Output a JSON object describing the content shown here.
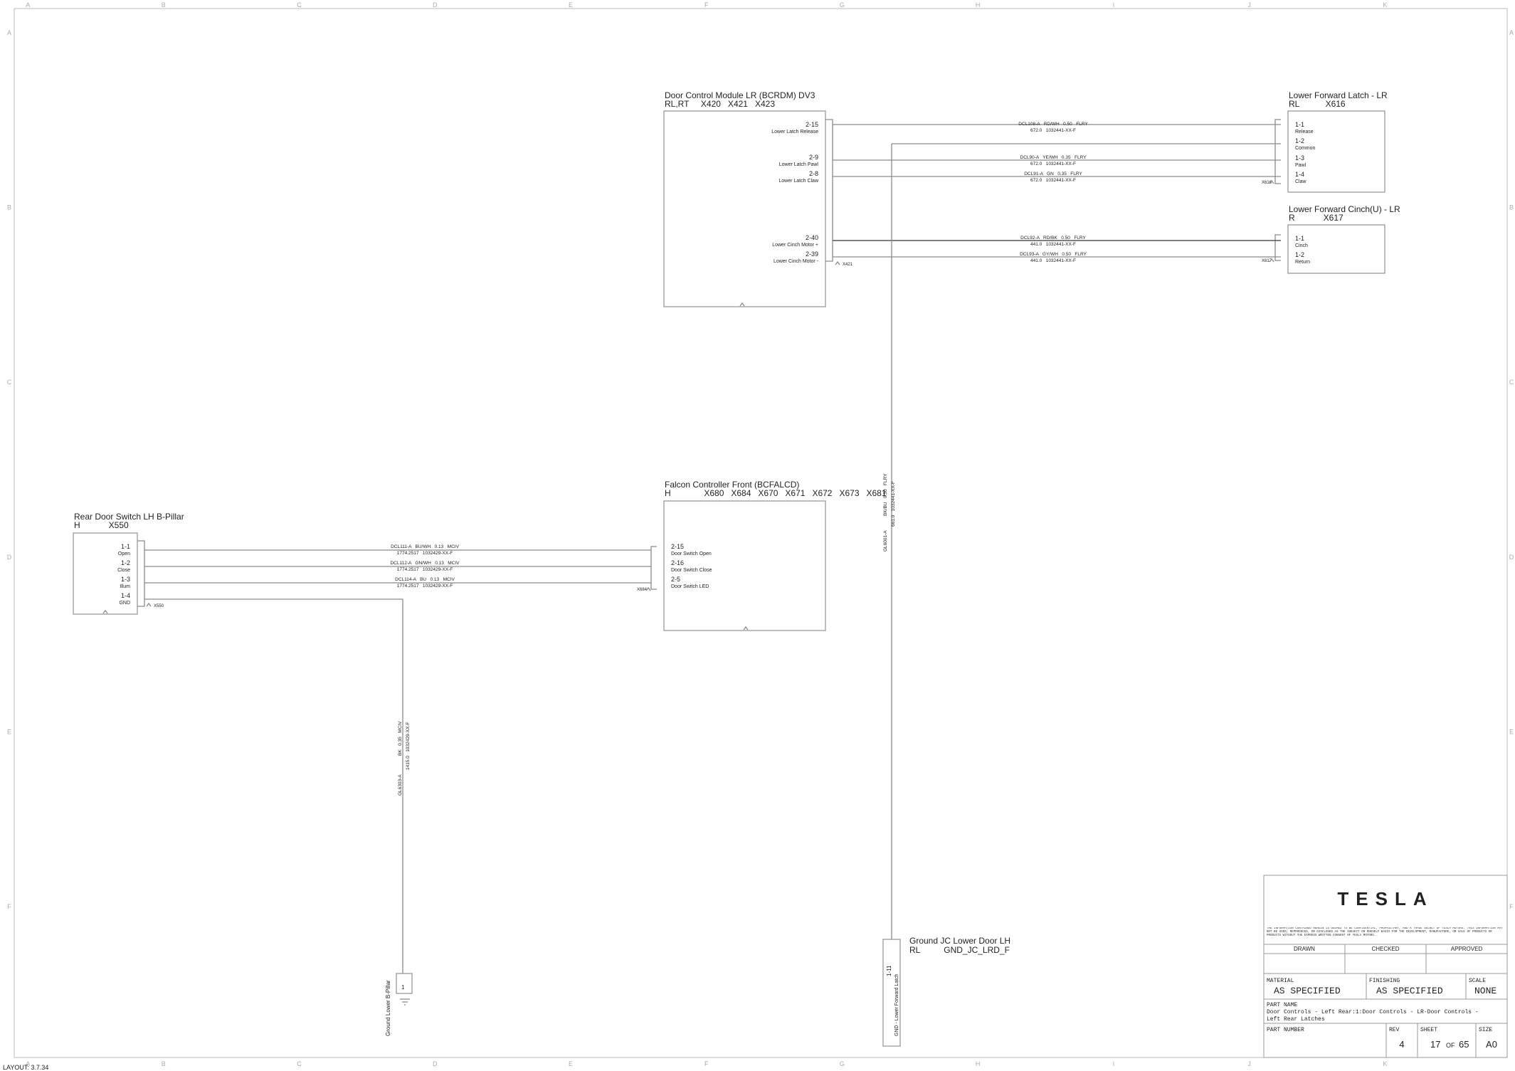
{
  "border": {
    "columns": [
      "A",
      "B",
      "C",
      "D",
      "E",
      "F",
      "G",
      "H",
      "I",
      "J",
      "K"
    ],
    "rows": [
      "A",
      "B",
      "C",
      "D",
      "E",
      "F"
    ],
    "corner_note": "LAYOUT: 3.7.34"
  },
  "components": {
    "bcrdm": {
      "title": "Door Control Module LR (BCRDM) DV3",
      "subtitle": "RL,RT     X420   X421   X423",
      "pins": [
        {
          "num": "2-15",
          "name": "Lower Latch Release"
        },
        {
          "num": "2-9",
          "name": "Lower Latch Pawl"
        },
        {
          "num": "2-8",
          "name": "Lower Latch Claw"
        },
        {
          "num": "2-40",
          "name": "Lower Cinch Motor +"
        },
        {
          "num": "2-39",
          "name": "Lower Cinch Motor -"
        }
      ],
      "conn_label": "X421"
    },
    "latch": {
      "title": "Lower Forward Latch - LR",
      "subtitle": "RL           X616",
      "pins": [
        {
          "num": "1-1",
          "name": "Release"
        },
        {
          "num": "1-2",
          "name": "Common"
        },
        {
          "num": "1-3",
          "name": "Pawl"
        },
        {
          "num": "1-4",
          "name": "Claw"
        }
      ],
      "conn_label": "X616"
    },
    "cinch": {
      "title": "Lower Forward Cinch(U) - LR",
      "subtitle": "R            X617",
      "pins": [
        {
          "num": "1-1",
          "name": "Cinch"
        },
        {
          "num": "1-2",
          "name": "Return"
        }
      ],
      "conn_label": "X617"
    },
    "falcon": {
      "title": "Falcon Controller Front (BCFALCD)",
      "subtitle": "H              X680   X684   X670   X671   X672   X673   X681",
      "pins": [
        {
          "num": "2-15",
          "name": "Door Switch Open"
        },
        {
          "num": "2-16",
          "name": "Door Switch Close"
        },
        {
          "num": "2-5",
          "name": "Door Switch LED"
        }
      ],
      "conn_label": "X684"
    },
    "door_switch": {
      "title": "Rear Door Switch LH B-Pillar",
      "subtitle": "H            X550",
      "pins": [
        {
          "num": "1-1",
          "name": "Open"
        },
        {
          "num": "1-2",
          "name": "Close"
        },
        {
          "num": "1-3",
          "name": "Illum"
        },
        {
          "num": "1-4",
          "name": "GND"
        }
      ],
      "conn_label": "X550"
    },
    "ground_jc": {
      "title": "Ground JC Lower Door LH",
      "subtitle": "RL          GND_JC_LRD_F",
      "pin": "1-11",
      "vertical_label": "GND - Lower Forward Latch"
    },
    "ground_bpillar": {
      "vertical_label": "Ground Lower B-Pillar",
      "pin": "1"
    }
  },
  "wires": {
    "release": {
      "id": "DCL108-A   RD/WH   0.50   FLRY",
      "ref": "672.0   1032441-XX-F"
    },
    "pawl": {
      "id": "DCL90-A   YE/WH   0.35   FLRY",
      "ref": "672.0   1032441-XX-F"
    },
    "claw": {
      "id": "DCL91-A   GN   0.35   FLRY",
      "ref": "672.0   1032441-XX-F"
    },
    "cinch_pos": {
      "id": "DCL92-A   RD/BK   0.50   FLRY",
      "ref": "441.0   1032441-XX-F"
    },
    "cinch_neg": {
      "id": "DCL93-A   GY/WH   0.50   FLRY",
      "ref": "441.0   1032441-XX-F"
    },
    "sw_open": {
      "id": "DCL111-A   BU/WH   0.13   MCIV",
      "ref": "1774.2517   1032429-XX-F"
    },
    "sw_close": {
      "id": "DCL112-A   GN/WH   0.13   MCIV",
      "ref": "1774.2517   1032429-XX-F"
    },
    "sw_led": {
      "id": "DCL114-A   BU   0.13   MCIV",
      "ref": "1774.2517   1032429-XX-F"
    },
    "gnd_latch": {
      "id": "GL6001-A",
      "spec": "BK/BU   0.50   FLRY",
      "ref": "661.0   1032441-XX-F"
    },
    "gnd_switch": {
      "id": "GL6303-A",
      "spec": "BK   0.35   MCIV",
      "ref": "1415.0   1032429-XX-F"
    }
  },
  "title_block": {
    "logo": "TESLA",
    "disclaimer": "THE INFORMATION CONTAINED HEREIN IS DEEMED TO BE CONFIDENTIAL, PROPRIETARY, AND A TRADE SECRET OF TESLA MOTORS. THIS INFORMATION MAY NOT BE USED, REPRODUCED, OR DISCLOSED AS THE SUBJECT OR ONESELF BASIS FOR THE DEVELOPMENT, MANUFACTURE, OR SALE OF PRODUCTS OR PRODUCTS WITHOUT THE EXPRESS WRITTEN CONSENT OF TESLA MOTORS.",
    "drawn_label": "DRAWN",
    "checked_label": "CHECKED",
    "approved_label": "APPROVED",
    "material_label": "MATERIAL",
    "material_value": "AS SPECIFIED",
    "finishing_label": "FINISHING",
    "finishing_value": "AS SPECIFIED",
    "scale_label": "SCALE",
    "scale_value": "NONE",
    "part_name_label": "PART NAME",
    "part_name_line1": "Door Controls - Left Rear:1:Door Controls - LR-Door Controls -",
    "part_name_line2": "Left Rear Latches",
    "part_number_label": "PART NUMBER",
    "rev_label": "REV",
    "rev_value": "4",
    "sheet_label": "SHEET",
    "sheet_value": "17",
    "sheet_of": "OF",
    "sheet_total": "65",
    "size_label": "SIZE",
    "size_value": "A0"
  }
}
